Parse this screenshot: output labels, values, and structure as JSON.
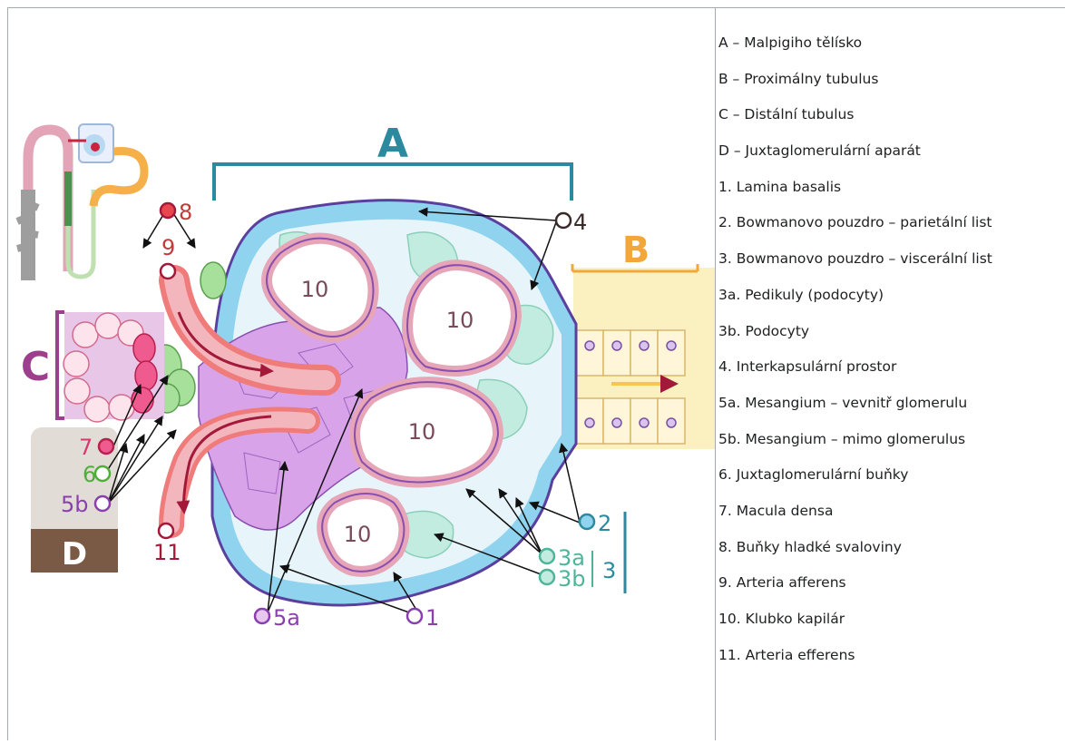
{
  "legend": [
    "A – Malpigiho tělísko",
    "B – Proximálny tubulus",
    "C – Distální tubulus",
    "D – Juxtaglomerulární aparát",
    "1. Lamina basalis",
    "2. Bowmanovo pouzdro – parietální list",
    "3. Bowmanovo pouzdro – viscerální list",
    "3a. Pedikuly (podocyty)",
    "3b. Podocyty",
    "4. Interkapsulární prostor",
    "5a. Mesangium – vevnitř glomerulu",
    "5b. Mesangium – mimo glomerulus",
    "6. Juxtaglomerulární buňky",
    "7. Macula densa",
    "8. Buňky hladké svaloviny",
    "9. Arteria afferens",
    "10. Klubko kapilár",
    "11. Arteria efferens"
  ],
  "diagram": {
    "region_labels": {
      "A": "A",
      "B": "B",
      "C": "C",
      "D": "D"
    },
    "callouts": {
      "c1": "1",
      "c2": "2",
      "c3": "3",
      "c3a": "3a",
      "c3b": "3b",
      "c4": "4",
      "c5a": "5a",
      "c5b": "5b",
      "c6": "6",
      "c7": "7",
      "c8": "8",
      "c9": "9",
      "c11": "11"
    },
    "capillary_label": "10",
    "colors": {
      "region_A": "#2b8a9e",
      "region_B": "#f2a73b",
      "region_C": "#9c3f8d",
      "region_D": "#7a5a44",
      "capsule_blue": "#8fd3ee",
      "capsule_outline": "#5a3f9e",
      "mesangium": "#d9a3ea",
      "capillary_wall": "#e6a6b8",
      "podocyte": "#c2ece0",
      "arteriole": "#f4b6bd",
      "smooth_muscle": "#ef7b7b",
      "jg_cells": "#a7e09b",
      "macula_densa": "#f05b8f",
      "tubule": "#fbf0c0"
    }
  }
}
